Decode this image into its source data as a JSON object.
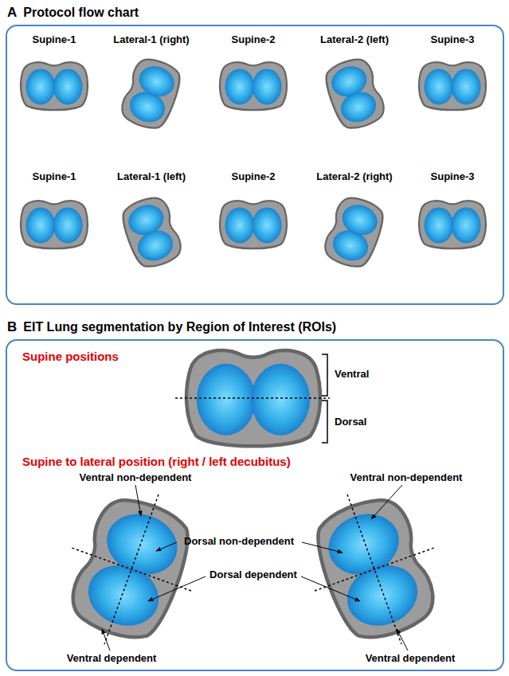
{
  "diagram": {
    "nodes": [
      {
        "text": [
          "A",
          "Protocol flow chart"
        ]
      },
      {
        "text": [
          "B",
          "EIT Lung segmentation by Region of Interest (ROIs)"
        ]
      }
    ],
    "labels": [
      "Supine-1",
      "Lateral-1 (right)",
      "Supine-2",
      "Lateral-2 (left)",
      "Supine-3",
      "Supine-1",
      "Lateral-1 (left)",
      "Supine-2",
      "Lateral-2 (right)",
      "Supine-3",
      "Supine positions",
      "Ventral",
      "Dorsal",
      "Supine to lateral position (right / left decubitus)",
      "Ventral non-dependent",
      "Ventral non-dependent",
      "Dorsal non-dependent",
      "Dorsal dependent",
      "Ventral dependent",
      "Ventral dependent"
    ]
  }
}
